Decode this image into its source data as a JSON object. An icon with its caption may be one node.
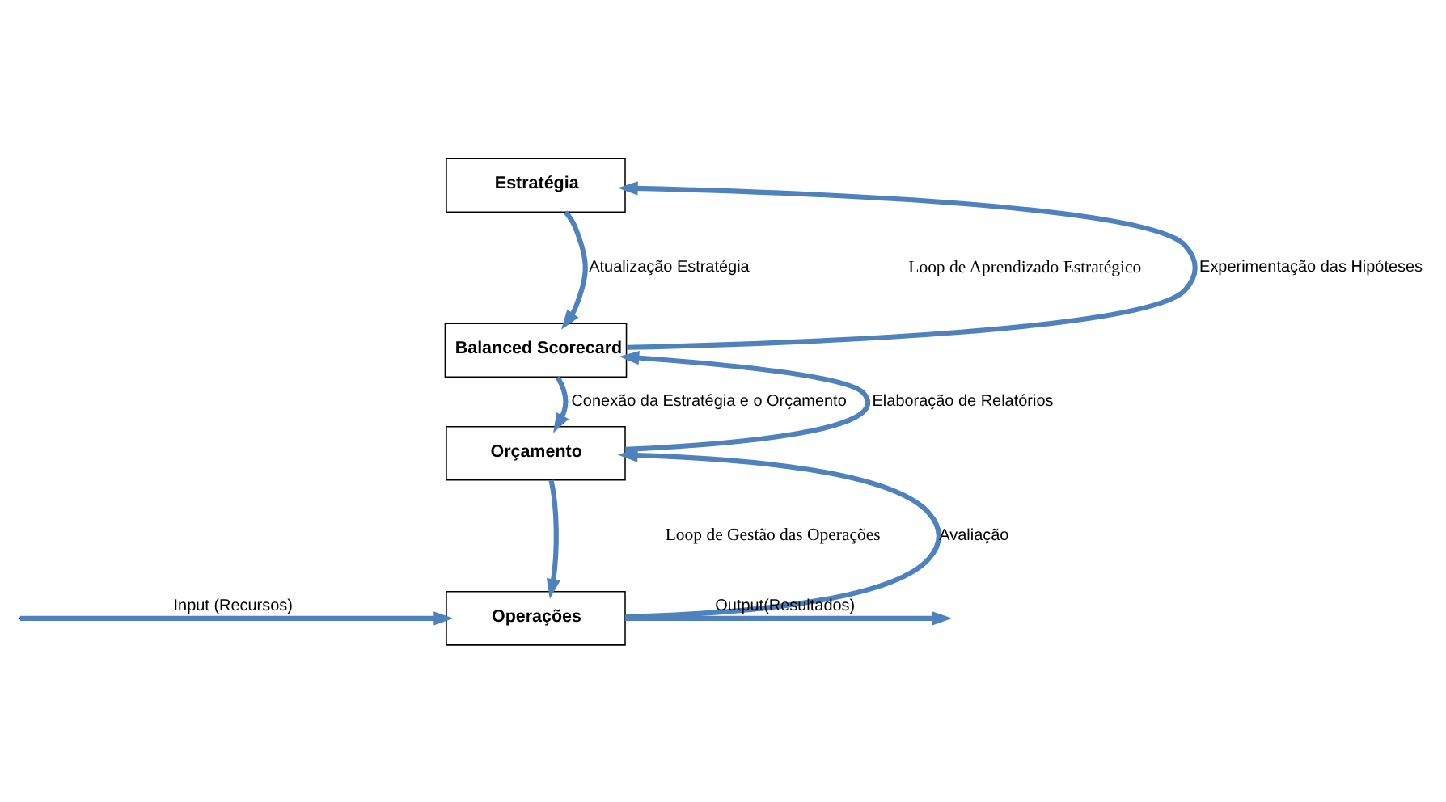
{
  "diagram": {
    "nodes": [
      {
        "text": [
          "Estratégia"
        ]
      },
      {
        "text": [
          "Balanced Scorecard"
        ]
      },
      {
        "text": [
          "Orçamento"
        ]
      },
      {
        "text": [
          "Operações"
        ]
      }
    ],
    "edges": [
      {
        "from": 0,
        "to": 1,
        "arrow": "to",
        "label": "Atualização Estratégia"
      },
      {
        "from": 1,
        "to": 0,
        "arrow": "to",
        "label": "Experimentação das Hipóteses"
      },
      {
        "from": 1,
        "to": 2,
        "arrow": "to",
        "label": "Conexão da Estratégia e o Orçamento"
      },
      {
        "from": 2,
        "to": 1,
        "arrow": "to",
        "label": "Elaboração de Relatórios"
      },
      {
        "from": 2,
        "to": 3,
        "arrow": "to"
      },
      {
        "from": 3,
        "to": 2,
        "arrow": "to",
        "label": "Avaliação"
      },
      {
        "from": null,
        "to": 3,
        "arrow": "to",
        "label": "Input (Recursos)"
      },
      {
        "from": 3,
        "to": null,
        "arrow": "to",
        "label": "Output(Resultados)"
      }
    ],
    "labels": [
      "Loop de Aprendizado Estratégico",
      "Loop de Gestão das Operações"
    ]
  }
}
